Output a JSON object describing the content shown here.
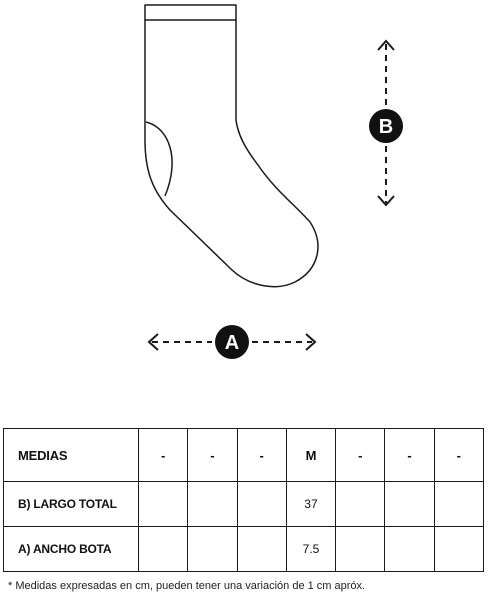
{
  "diagram": {
    "label_a": "A",
    "label_b": "B"
  },
  "table": {
    "header": [
      "MEDIAS",
      "-",
      "-",
      "-",
      "M",
      "-",
      "-",
      "-"
    ],
    "rows": [
      {
        "label": "B) LARGO TOTAL",
        "cells": [
          "",
          "",
          "",
          "37",
          "",
          "",
          ""
        ]
      },
      {
        "label": "A) ANCHO BOTA",
        "cells": [
          "",
          "",
          "",
          "7.5",
          "",
          "",
          ""
        ]
      }
    ]
  },
  "footnote": "* Medidas expresadas en cm, pueden tener una variación de 1 cm apróx."
}
